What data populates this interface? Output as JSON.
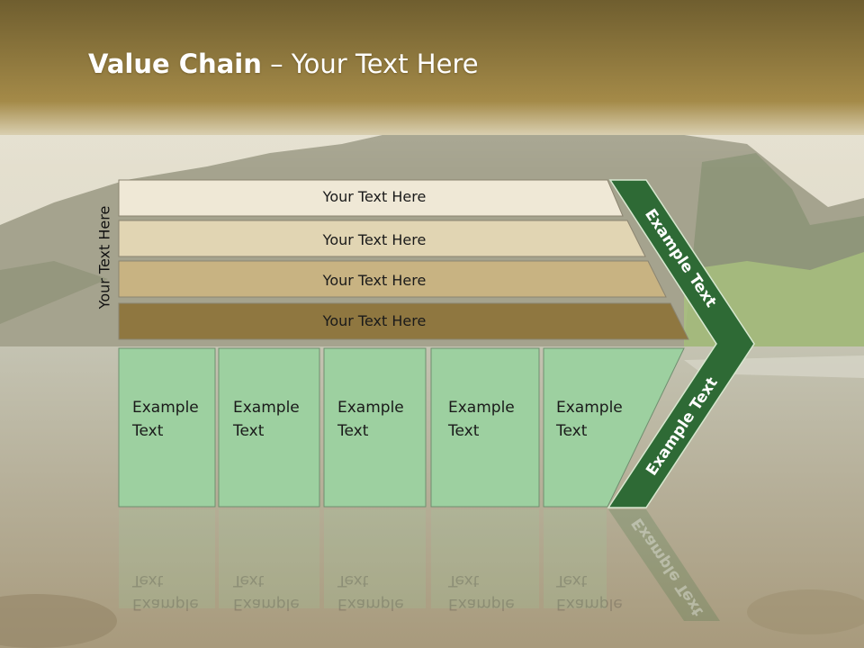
{
  "slide": {
    "title_bold": "Value Chain",
    "title_rest": " – Your Text Here",
    "side_label": "Your Text Here",
    "bars": [
      {
        "label": "Your Text Here",
        "color": "#efe8d6"
      },
      {
        "label": "Your Text Here",
        "color": "#e1d5b3"
      },
      {
        "label": "Your Text Here",
        "color": "#c8b382"
      },
      {
        "label": "Your Text Here",
        "color": "#8f7740"
      }
    ],
    "boxes": [
      {
        "line1": "Example",
        "line2": "Text"
      },
      {
        "line1": "Example",
        "line2": "Text"
      },
      {
        "line1": "Example",
        "line2": "Text"
      },
      {
        "line1": "Example",
        "line2": "Text"
      },
      {
        "line1": "Example",
        "line2": "Text"
      }
    ],
    "chevron_upper": "Example Text",
    "chevron_lower": "Example Text",
    "colors": {
      "header": "#7d6a35",
      "box_fill": "#9dd0a0",
      "chevron": "#2e6a35"
    }
  }
}
